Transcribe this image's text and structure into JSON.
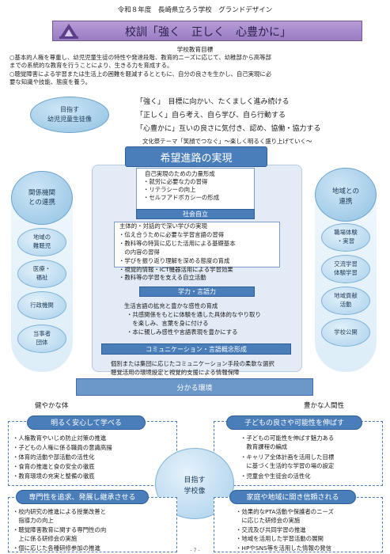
{
  "header": {
    "title": "令和８年度　長崎県立ろう学校　グランドデザイン"
  },
  "motto": {
    "text": "校訓「強く　正しく　心豊かに」"
  },
  "education_goal": {
    "heading": "学校教育目標",
    "lines": [
      "○基本的人権を尊重し、幼児児童生徒の特性や発達段階、教育的ニーズに応じて、幼稚部から高等部",
      "までの系統的な教育を行うことにより、生きる力を育成する。",
      "○聴覚障害による学習または生活上の困難を軽減するとともに、自分の良さを生かし、自己実現に必",
      "要な知識や技能、態度を養う。"
    ]
  },
  "target_student": {
    "line1": "目指す",
    "line2": "幼児児童生徒像"
  },
  "motto_quotes": [
    "「強く」　目標に向かい、たくましく進み続ける",
    "「正しく」自ら考え、自ら学び、自ら行動する",
    "「心豊かに」互いの良さに気付き、認め、協働・協力する"
  ],
  "festival_theme": "文化祭テーマ「笑顔でつなぐ」～楽しく明るく盛り上げていく～",
  "career": {
    "title": "希望進路の実現"
  },
  "tier1": {
    "lines": [
      "自己実現のための力量形成",
      "・就労に必要な力の習得",
      "・リテラシーの向上",
      "・セルフアドボカシーの形成"
    ],
    "label": "社会自立"
  },
  "tier2": {
    "lines": [
      "主体的・対話的で深い学びの実現",
      "・伝え合うために必要な学習言語の習得",
      "・教科等の特質に応じた活用による基礎基本",
      "　の内容の習得",
      "・学びを振り返り理解を深める態度の育成",
      "・視覚的情報・ICT機器活用による学習効果",
      "・教科等の学習を支える自立活動"
    ],
    "label": "学力・言語力"
  },
  "tier3": {
    "lines": [
      "生活言語の拡充と豊かな感性の育成",
      "・共感関係をもとに体験を通した具体的なやり取り",
      "　を楽しみ、言葉を身に付ける",
      "・本に親しみ感性や言語表現を豊かにする"
    ],
    "label": "コミュニケーション・言語概念形成"
  },
  "base_lines": [
    "個別または集団に応じたコミュニケーション手段の柔軟な選択",
    "聴覚活用の環境設定と視覚的支援による情報保障"
  ],
  "environment": {
    "label": "分かる環境"
  },
  "left_side": {
    "big": {
      "line1": "関係機関",
      "line2": "との連携"
    },
    "items": [
      {
        "line1": "地域の",
        "line2": "難聴児"
      },
      {
        "line1": "医療・",
        "line2": "福祉"
      },
      {
        "line1": "行政機関",
        "line2": ""
      },
      {
        "line1": "当事者",
        "line2": "団体"
      }
    ]
  },
  "right_side": {
    "big": {
      "line1": "地域との",
      "line2": "連携"
    },
    "items": [
      {
        "line1": "職場体験",
        "line2": "・実習"
      },
      {
        "line1": "交流学習",
        "line2": "体験学習"
      },
      {
        "line1": "地域貢献",
        "line2": "活動"
      },
      {
        "line1": "学校公開",
        "line2": ""
      }
    ]
  },
  "health_label": "健やかな体",
  "human_label": "豊かな人間性",
  "sections": {
    "safe": {
      "title": "明るく安心して学べる",
      "items": [
        "・人権教育やいじめ防止対策の推進",
        "・子どもの人権に係る職員の意識高揚",
        "・体育的活動や部活動の活性化",
        "・食育の推進と食の安全の徹底",
        "・教育環境の充実と整備の徹底"
      ]
    },
    "goodness": {
      "title": "子どもの良さや可能性を伸ばす",
      "items": [
        "・子どもの可能性を伸ばす魅力ある",
        "　教育課程の編成",
        "・キャリア全体計画を活用した目標",
        "　に基づく生活的な学習の場の設定",
        "・児童会や生徒会の活性化"
      ]
    },
    "expertise": {
      "title": "専門性を追求、発展し継承させる",
      "items": [
        "・校内研究の推進による授業改善と",
        "　指導力の向上",
        "・聴覚障害教育に関する専門性の向",
        "　上に係る研修会の実施",
        "・個に応じた各種研修参加の推進"
      ]
    },
    "trust": {
      "title": "家庭や地域に開き信頼される",
      "items": [
        "・効果的なPTA活動や保護者のニーズ",
        "　に応じた研修会の実施",
        "・交流及び共同学習の推進",
        "・地域を活用した学習活動の展開",
        "・HPやSNS等を活用した情報の発信"
      ]
    }
  },
  "school_target": {
    "line1": "目指す",
    "line2": "学校像"
  },
  "page_number": "- 7 -",
  "colors": {
    "primary": "#4a7ebb",
    "motto_bar": "#9a7cc3",
    "oval": "#8fc1e3"
  }
}
